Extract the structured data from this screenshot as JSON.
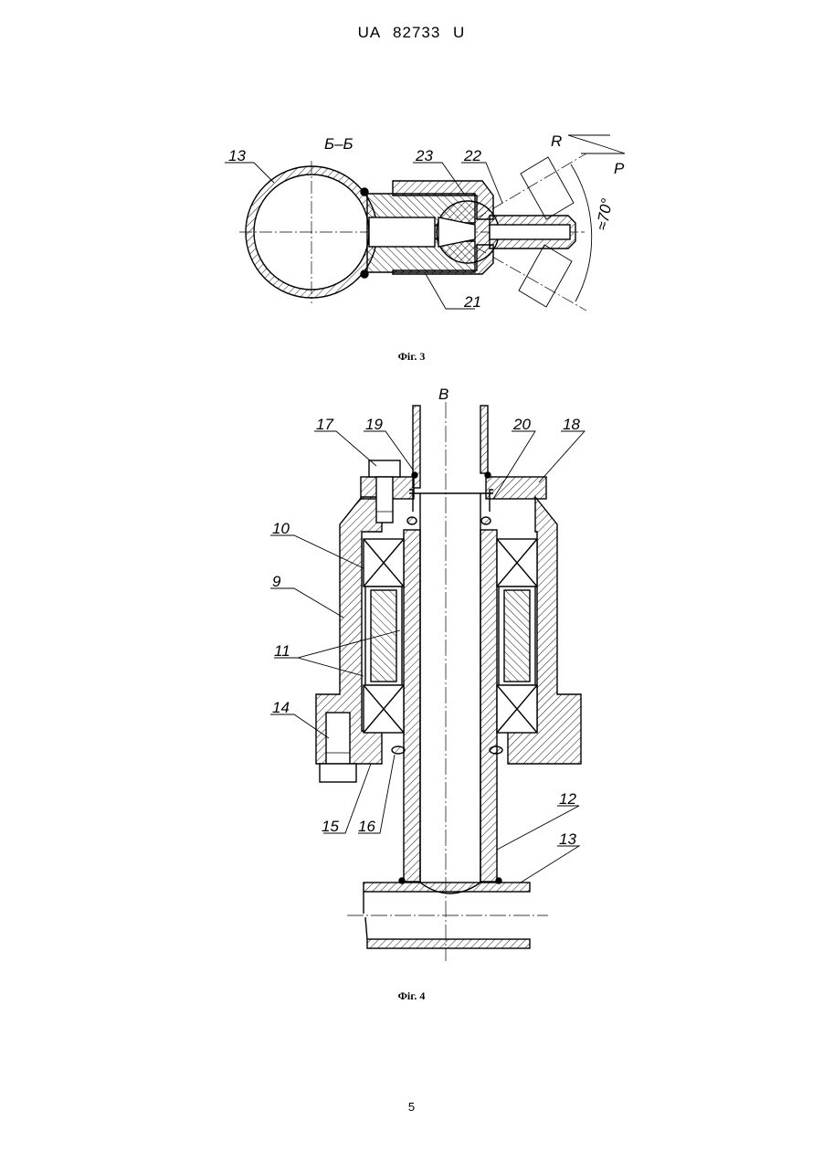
{
  "header": {
    "doc_number": "UA 82733 U"
  },
  "figure3": {
    "caption": "Фіг. 3",
    "section_label": "Б–Б",
    "angle_label": "≈70°",
    "force_labels": {
      "r": "R",
      "p": "P"
    },
    "part_labels": [
      "13",
      "23",
      "22",
      "21"
    ]
  },
  "figure4": {
    "caption": "Фіг. 4",
    "view_label": "B",
    "part_labels": [
      "17",
      "19",
      "20",
      "18",
      "10",
      "9",
      "11",
      "14",
      "15",
      "16",
      "12",
      "13"
    ]
  },
  "footer": {
    "page_number": "5"
  }
}
